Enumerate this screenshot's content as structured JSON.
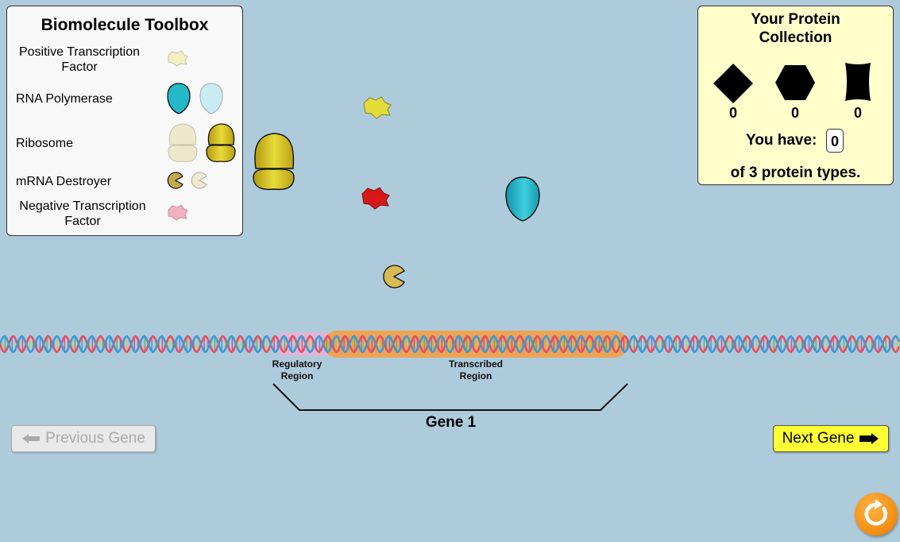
{
  "toolbox": {
    "title": "Biomolecule Toolbox",
    "items": [
      {
        "label_line1": "Positive Transcription",
        "label_line2": "Factor",
        "icon": "positive-transcription-factor-icon"
      },
      {
        "label": "RNA Polymerase",
        "icon": "rna-polymerase-icon"
      },
      {
        "label": "Ribosome",
        "icon": "ribosome-icon"
      },
      {
        "label": "mRNA Destroyer",
        "icon": "mrna-destroyer-icon"
      },
      {
        "label_line1": "Negative Transcription",
        "label_line2": "Factor",
        "icon": "negative-transcription-factor-icon"
      }
    ]
  },
  "collection": {
    "title_line1": "Your Protein",
    "title_line2": "Collection",
    "proteins": [
      {
        "shape": "diamond",
        "count": "0"
      },
      {
        "shape": "hexagon",
        "count": "0"
      },
      {
        "shape": "barrel",
        "count": "0"
      }
    ],
    "you_have_label": "You have:",
    "you_have_value": "0",
    "of_types": "of 3 protein types."
  },
  "gene": {
    "regulatory_line1": "Regulatory",
    "regulatory_line2": "Region",
    "transcribed_line1": "Transcribed",
    "transcribed_line2": "Region",
    "label": "Gene 1"
  },
  "nav": {
    "previous_label": "Previous Gene",
    "next_label": "Next Gene"
  },
  "colors": {
    "background": "#aecbdc",
    "regulatory_highlight": "#e8b4d8",
    "transcribed_highlight": "#f5a34a",
    "dna_strand_a": "#e0506a",
    "dna_strand_b": "#3b9ad8",
    "polymerase": "#2ab7c9",
    "ribosome": "#d6c42a",
    "negative_factor": "#d81818"
  }
}
